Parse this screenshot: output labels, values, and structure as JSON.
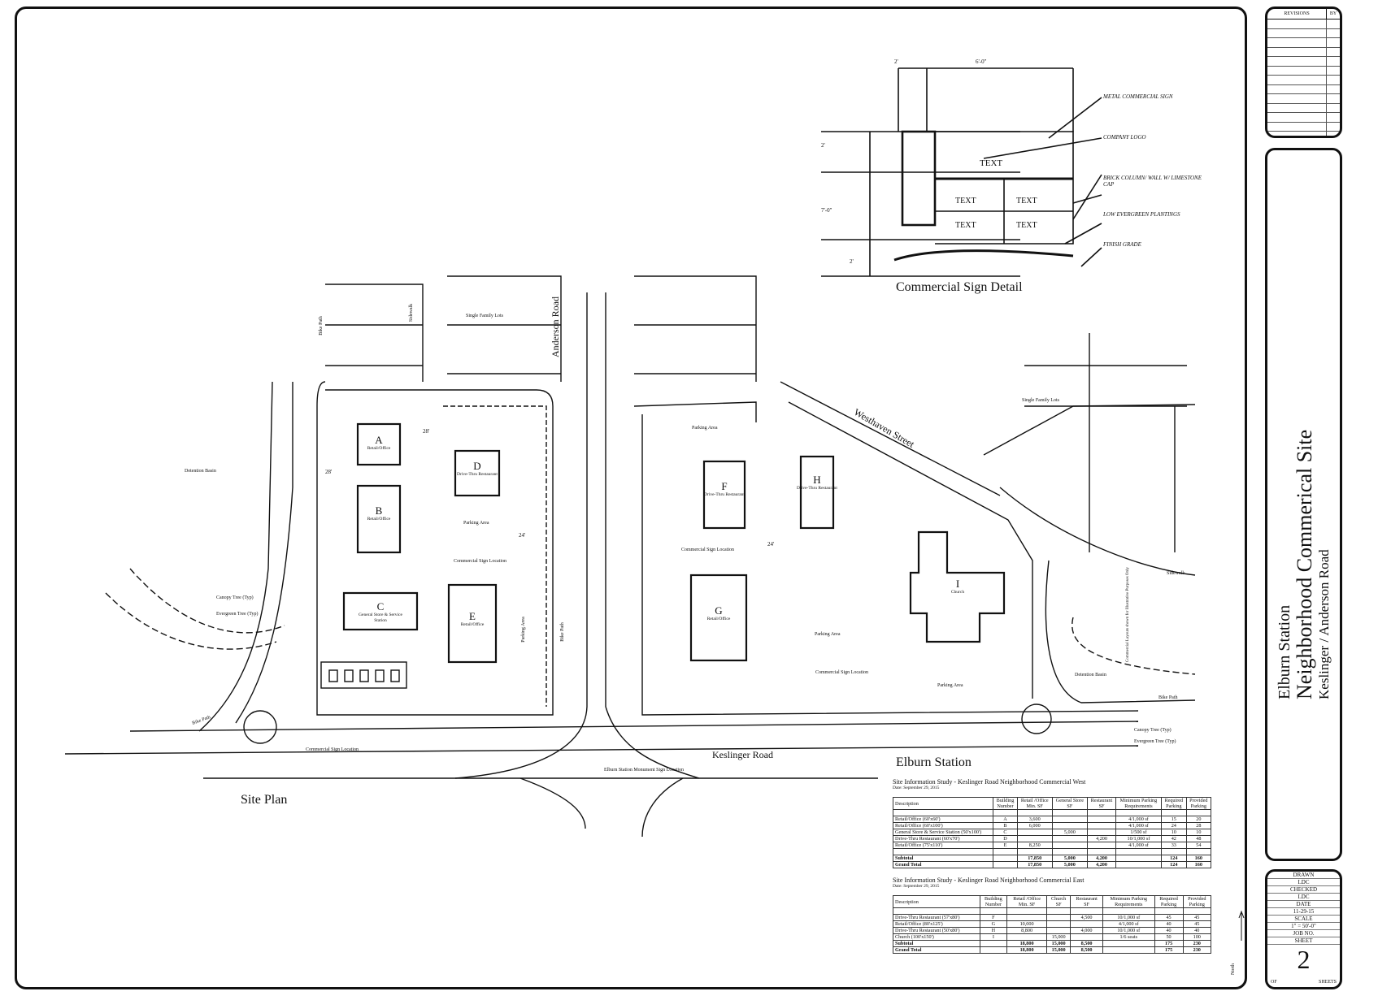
{
  "title_block": {
    "revisions_label": "REVISIONS",
    "by_label": "BY",
    "project": "Elburn Station",
    "sheet_title": "Neighborhood Commerical Site",
    "location": "Keslinger / Anderson Road",
    "drawn_label": "DRAWN",
    "drawn_value": "LDC",
    "checked_label": "CHECKED",
    "checked_value": "LDC",
    "date_label": "DATE",
    "date_value": "11-29-15",
    "scale_label": "SCALE",
    "scale_value": "1\" = 50'-0\"",
    "job_label": "JOB NO.",
    "sheet_label": "SHEET",
    "sheet_number": "2",
    "of_label": "OF",
    "sheets_label": "SHEETS"
  },
  "sign_detail": {
    "title": "Commercial Sign Detail",
    "dims": {
      "w1": "2'",
      "w2": "6'-0\"",
      "h1": "2'",
      "h2": "7'-0\"",
      "h3": "2'"
    },
    "notes": [
      "METAL COMMERCIAL SIGN",
      "COMPANY LOGO",
      "BRICK COLUMN/ WALL W/ LIMESTONE CAP",
      "LOW EVERGREEN PLANTINGS",
      "FINISH GRADE"
    ],
    "text_label": "TEXT"
  },
  "plan": {
    "title": "Site Plan",
    "roads": {
      "anderson": "Anderson Road",
      "keslinger": "Keslinger Road",
      "westhaven": "Westhaven Street"
    },
    "buildings": [
      {
        "letter": "A",
        "use": "Retail/Office"
      },
      {
        "letter": "B",
        "use": "Retail/Office"
      },
      {
        "letter": "C",
        "use": "General Store & Service Station"
      },
      {
        "letter": "D",
        "use": "Drive-Thru Restaurant"
      },
      {
        "letter": "E",
        "use": "Retail/Office"
      },
      {
        "letter": "F",
        "use": "Drive-Thru Restaurant"
      },
      {
        "letter": "G",
        "use": "Retail/Office"
      },
      {
        "letter": "H",
        "use": "Drive-Thru Restaurant"
      },
      {
        "letter": "I",
        "use": "Church"
      }
    ],
    "labels": {
      "single_family_lots": "Single Family Lots",
      "detention_basin": "Detention Basin",
      "bike_path": "Bike Path",
      "sidewalk": "Sidewalk",
      "parking_area": "Parking Area",
      "commercial_sign_location": "Commercial Sign Location",
      "canopy_tree": "Canopy Tree (Typ)",
      "evergreen_tree": "Evergreen Tree (Typ)",
      "monument_sign": "Elburn Station Monument Sign Location",
      "dim_28": "28'",
      "dim_24": "24'",
      "disclaimer": "Commercial Layouts shown for Illustrative Purposes Only",
      "north": "North"
    }
  },
  "study": {
    "heading": "Elburn Station",
    "west": {
      "title": "Site Information Study - Keslinger Road Neighborhood Commercial West",
      "date": "Date: September 29, 2015",
      "headers": [
        [
          "Description",
          ""
        ],
        [
          "Building",
          "Number"
        ],
        [
          "Retail /Office",
          "Min. SF"
        ],
        [
          "General Store",
          "SF"
        ],
        [
          "Restaurant",
          "SF"
        ],
        [
          "Minimum Parking",
          "Requirements"
        ],
        [
          "Required",
          "Parking"
        ],
        [
          "Provided",
          "Parking"
        ]
      ],
      "rows": [
        [
          "Retail/Office (60'x60')",
          "A",
          "3,600",
          "",
          "",
          "4/1,000 sf",
          "15",
          "20"
        ],
        [
          "Retail/Office (60'x100')",
          "B",
          "6,000",
          "",
          "",
          "4/1,000 sf",
          "24",
          "28"
        ],
        [
          "General Store & Service Station (50'x100')",
          "C",
          "",
          "5,000",
          "",
          "1/500 sf",
          "10",
          "10"
        ],
        [
          "Drive-Thru Restaurant (60'x70')",
          "D",
          "",
          "",
          "4,200",
          "10/1,000 sf",
          "42",
          "48"
        ],
        [
          "Retail/Office (75'x110')",
          "E",
          "8,250",
          "",
          "",
          "4/1,000 sf",
          "33",
          "54"
        ]
      ],
      "subtotal": [
        "Subtotal",
        "",
        "17,850",
        "5,000",
        "4,200",
        "",
        "124",
        "160"
      ],
      "grand_total": [
        "Grand Total",
        "",
        "17,850",
        "5,000",
        "4,200",
        "",
        "124",
        "160"
      ]
    },
    "east": {
      "title": "Site Information Study - Keslinger Road Neighborhood Commercial East",
      "date": "Date: September 29, 2015",
      "headers": [
        [
          "Description",
          ""
        ],
        [
          "Building",
          "Number"
        ],
        [
          "Retail /Office",
          "Min. SF"
        ],
        [
          "Church",
          "SF"
        ],
        [
          "Restaurant",
          "SF"
        ],
        [
          "Minimum Parking",
          "Requirements"
        ],
        [
          "Required",
          "Parking"
        ],
        [
          "Provided",
          "Parking"
        ]
      ],
      "rows": [
        [
          "Drive-Thru Restaurant (57'x80')",
          "F",
          "",
          "",
          "4,500",
          "10/1,000 sf",
          "45",
          "45"
        ],
        [
          "Retail/Office (80'x125')",
          "G",
          "10,000",
          "",
          "",
          "4/1,000 sf",
          "40",
          "45"
        ],
        [
          "Drive-Thru Restaurant (50'x80')",
          "H",
          "8,800",
          "",
          "4,000",
          "10/1,000 sf",
          "40",
          "40"
        ],
        [
          "Church (100'x150')",
          "I",
          "",
          "15,000",
          "",
          "1/6 seats",
          "50",
          "100"
        ]
      ],
      "subtotal": [
        "Subtotal",
        "",
        "18,800",
        "15,000",
        "8,500",
        "",
        "175",
        "230"
      ],
      "grand_total": [
        "Grand Total",
        "",
        "18,800",
        "15,000",
        "8,500",
        "",
        "175",
        "230"
      ]
    }
  }
}
